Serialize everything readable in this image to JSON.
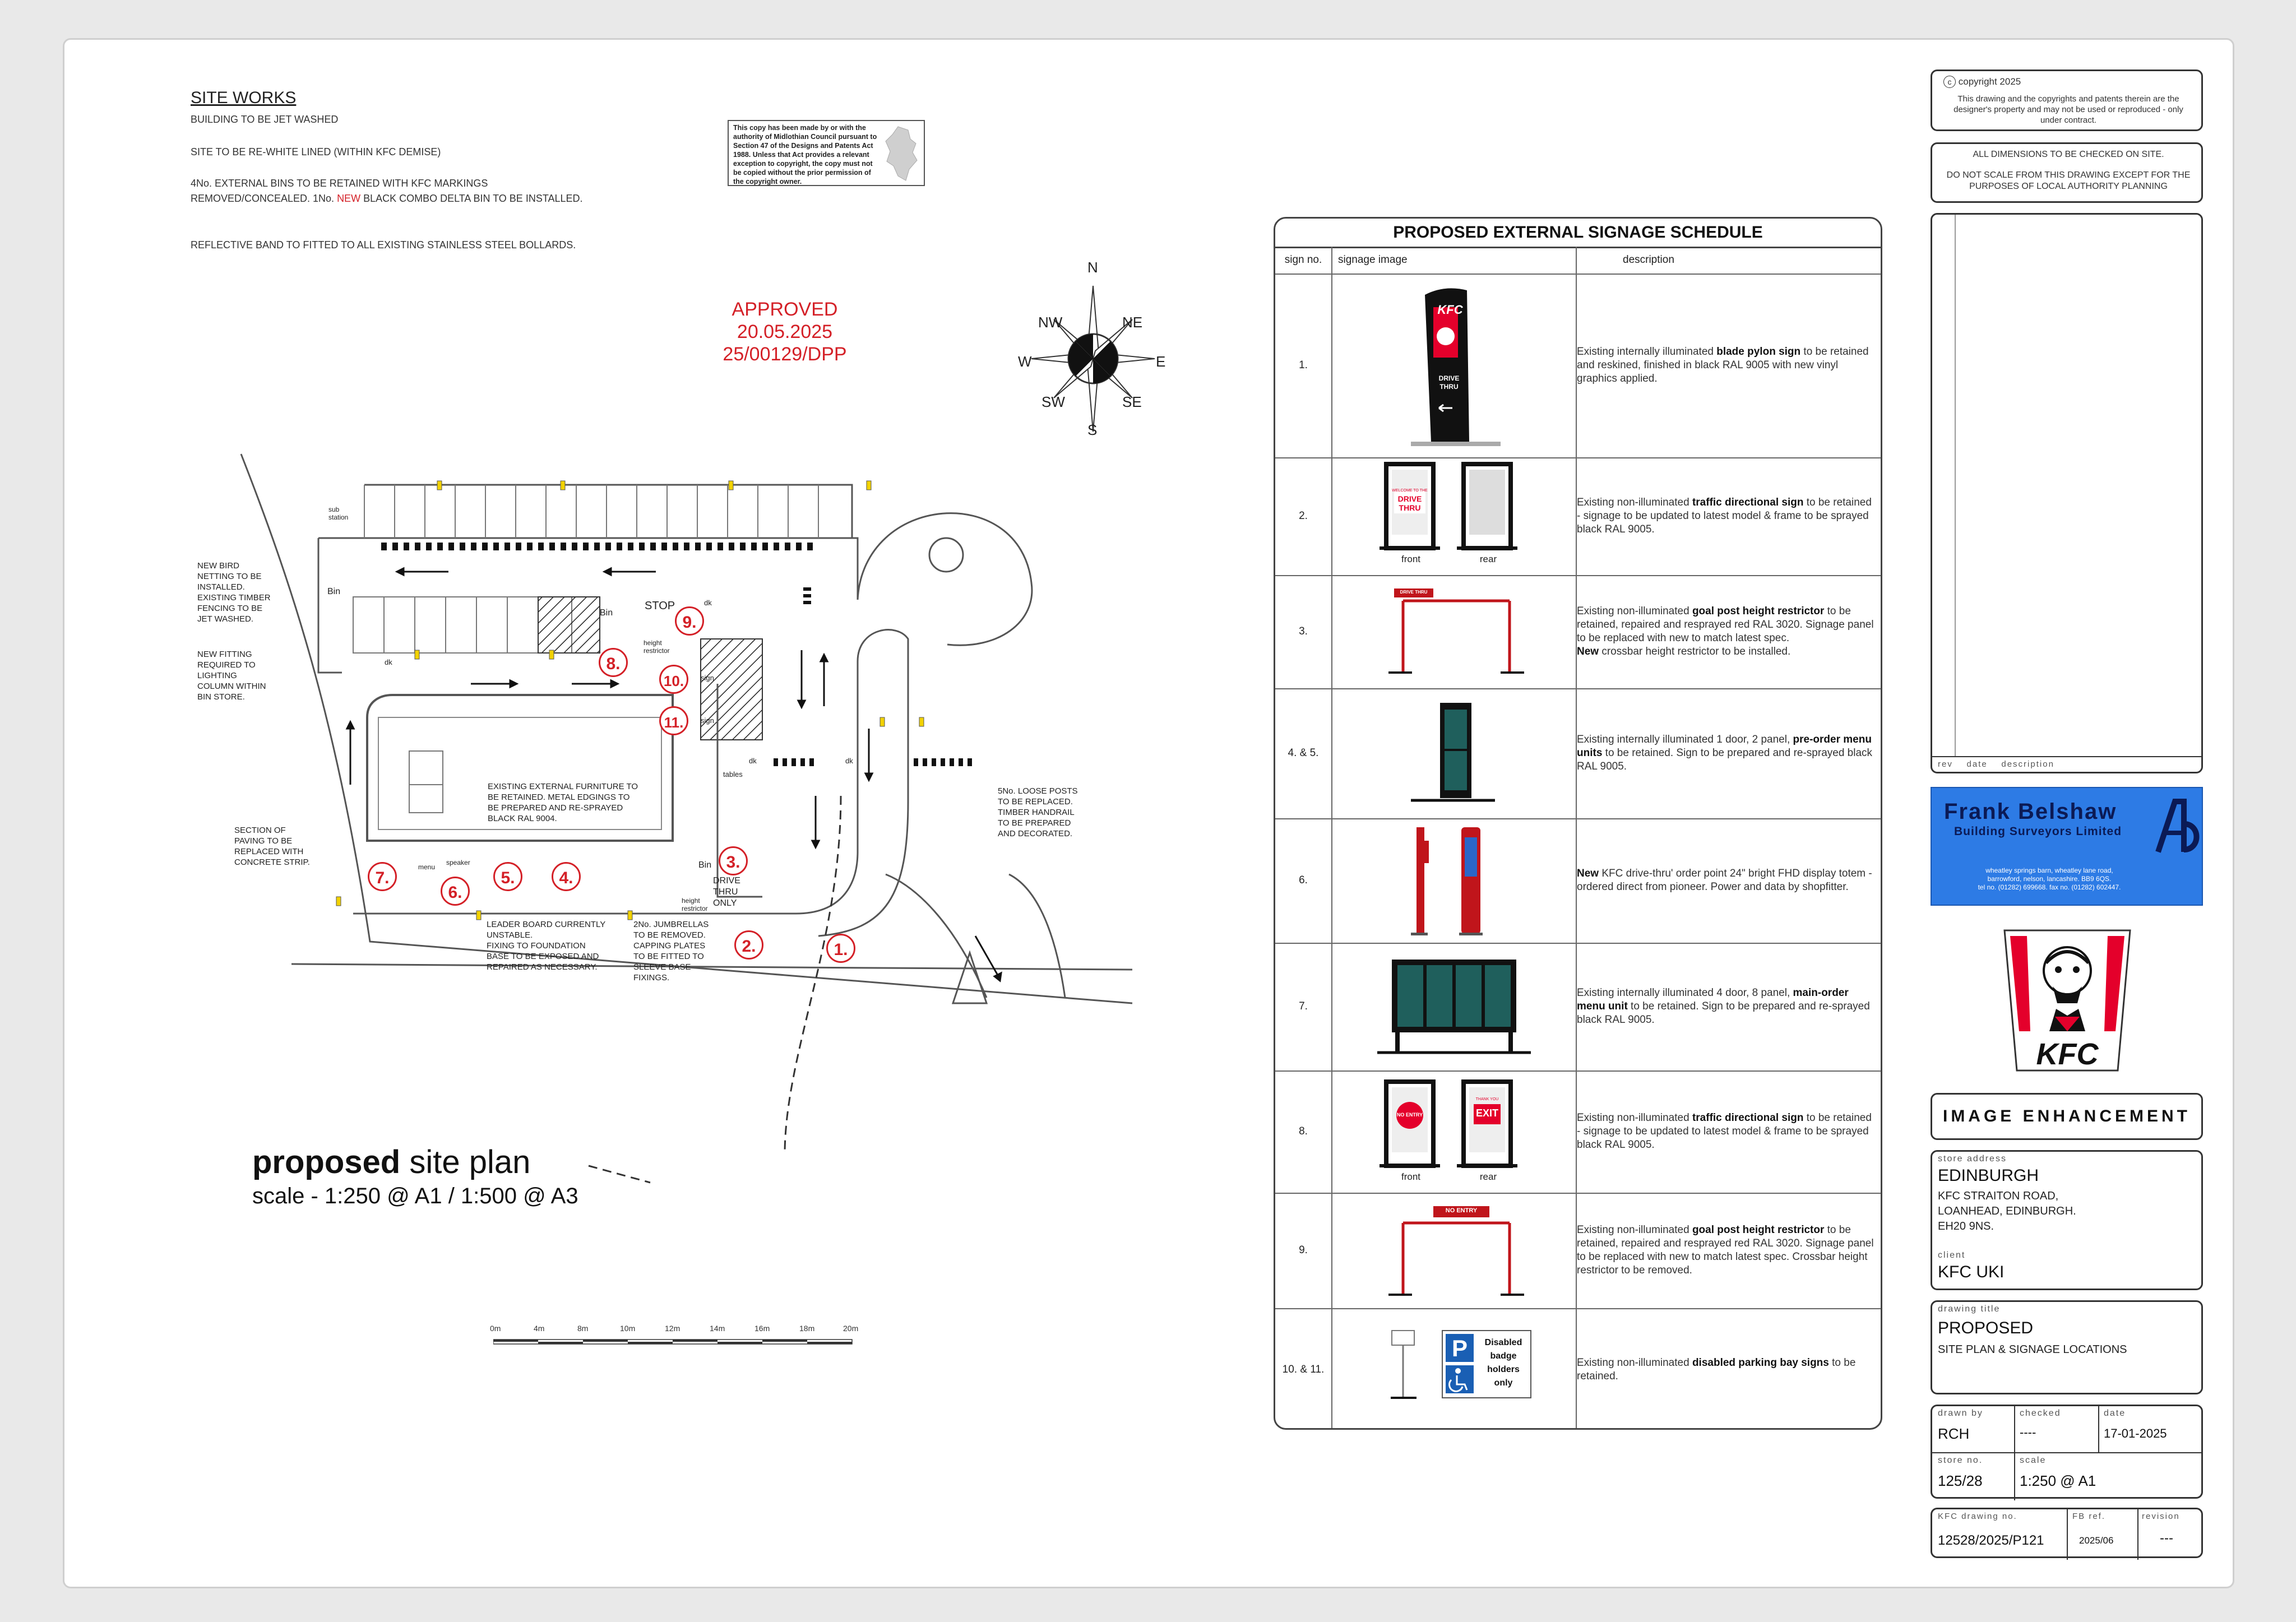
{
  "site_works": {
    "title": "SITE WORKS",
    "note1": "BUILDING TO BE JET WASHED",
    "note2": "SITE TO BE RE-WHITE LINED (WITHIN KFC DEMISE)",
    "note3_pre": "4No. EXTERNAL BINS TO BE RETAINED WITH KFC MARKINGS REMOVED/CONCEALED. 1No. ",
    "note3_red": "NEW",
    "note3_post": " BLACK COMBO DELTA BIN TO BE INSTALLED.",
    "note4": "REFLECTIVE BAND TO FITTED TO ALL EXISTING STAINLESS STEEL BOLLARDS."
  },
  "copyright_notice": "This copy has been made by or with the authority of Midlothian Council pursuant to Section 47 of the Designs and Patents Act 1988. Unless that Act provides a relevant exception to copyright, the copy must not be copied without the prior permission of the copyright owner.",
  "approved": {
    "line1": "APPROVED",
    "line2": "20.05.2025",
    "line3": "25/00129/DPP"
  },
  "compass": {
    "n": "N",
    "ne": "NE",
    "e": "E",
    "se": "SE",
    "s": "S",
    "sw": "SW",
    "w": "W",
    "nw": "NW"
  },
  "plan": {
    "title_bold": "proposed",
    "title_rest": " site plan",
    "scale": "scale - 1:250 @ A1 / 1:500 @ A3",
    "labels": {
      "substation": "sub\nstation",
      "bird": "NEW BIRD\nNETTING TO BE\nINSTALLED.\nEXISTING TIMBER\nFENCING TO BE\nJET WASHED.",
      "fitting": "NEW FITTING\nREQUIRED TO\nLIGHTING\nCOLUMN WITHIN\nBIN STORE.",
      "paving": "SECTION OF\nPAVING TO BE\nREPLACED WITH\nCONCRETE STRIP.",
      "furniture": "EXISTING EXTERNAL FURNITURE TO\nBE RETAINED. METAL EDGINGS TO\nBE PREPARED AND RE-SPRAYED\nBLACK RAL 9004.",
      "leader": "LEADER BOARD CURRENTLY\nUNSTABLE.\nFIXING TO FOUNDATION\nBASE TO BE EXPOSED AND\nREPAIRED AS NECESSARY.",
      "umbrellas": "2No. JUMBRELLAS\nTO BE REMOVED.\nCAPPING PLATES\nTO BE FITTED TO\nSLEEVE BASE\nFIXINGS.",
      "posts": "5No. LOOSE POSTS\nTO BE REPLACED.\nTIMBER HANDRAIL\nTO BE PREPARED\nAND DECORATED.",
      "stop": "STOP",
      "height_restrictor": "height\nrestrictor",
      "height_restrictor2": "height\nrestrictor",
      "bin1": "Bin",
      "bin2": "Bin",
      "bin3": "Bin",
      "tables": "tables",
      "menu": "menu",
      "speaker": "speaker",
      "sign1": "sign",
      "sign2": "sign",
      "dk1": "dk",
      "dk2": "dk",
      "dk3": "dk",
      "dk4": "dk",
      "drive_thru": "DRIVE\nTHRU\nONLY"
    },
    "markers": [
      "1.",
      "2.",
      "3.",
      "4.",
      "5.",
      "6.",
      "7.",
      "8.",
      "9.",
      "10.",
      "11."
    ],
    "scalebar": [
      "0m",
      "4m",
      "8m",
      "10m",
      "12m",
      "14m",
      "16m",
      "18m",
      "20m"
    ]
  },
  "schedule": {
    "title": "PROPOSED EXTERNAL SIGNAGE SCHEDULE",
    "col_no": "sign no.",
    "col_img": "signage image",
    "col_desc": "description",
    "img_text": {
      "kfc": "KFC",
      "drive": "DRIVE\nTHRU",
      "front": "front",
      "rear": "rear",
      "front2": "front",
      "rear2": "rear",
      "welcome": "WELCOME TO THE",
      "drive_thru": "DRIVE THRU",
      "drive_thru_bar": "DRIVE THRU",
      "no_entry_sign": "NO ENTRY",
      "exit": "EXIT",
      "thank_you": "THANK YOU",
      "no_entry_bar": "NO ENTRY",
      "disabled": "Disabled\nbadge\nholders\nonly"
    },
    "rows": [
      {
        "no": "1.",
        "pre": "Existing internally illuminated ",
        "bold": "blade pylon sign",
        "post": " to be retained and reskined, finished in black RAL 9005 with new vinyl graphics applied."
      },
      {
        "no": "2.",
        "pre": "Existing non-illuminated ",
        "bold": "traffic directional sign",
        "post": " to be retained - signage to be updated to latest model & frame to be sprayed black RAL 9005."
      },
      {
        "no": "3.",
        "pre": "Existing non-illuminated ",
        "bold": "goal post height restrictor",
        "post": " to be retained, repaired and resprayed red RAL 3020. Signage panel to be replaced with new to match latest spec.",
        "red": "New",
        "post2": " crossbar height restrictor to be installed."
      },
      {
        "no": "4. & 5.",
        "pre": "Existing internally illuminated 1 door, 2 panel, ",
        "bold": "pre-order menu units",
        "post": " to be retained. Sign to be prepared and re-sprayed black RAL 9005."
      },
      {
        "no": "6.",
        "red": "New",
        "post": " KFC drive-thru' order point 24\" bright FHD display totem - ordered direct from pioneer. Power and data by shopfitter."
      },
      {
        "no": "7.",
        "pre": "Existing internally illuminated 4 door, 8 panel, ",
        "bold": "main-order menu unit",
        "post": " to be retained. Sign to be prepared and re-sprayed black RAL 9005."
      },
      {
        "no": "8.",
        "pre": "Existing non-illuminated ",
        "bold": "traffic directional sign",
        "post": " to be retained - signage to be updated to latest model & frame to be sprayed black RAL 9005."
      },
      {
        "no": "9.",
        "pre": "Existing non-illuminated ",
        "bold": "goal post height restrictor",
        "post": " to be retained, repaired and resprayed red RAL 3020. Signage panel to be replaced with new to match latest spec. Crossbar height restrictor to be removed."
      },
      {
        "no": "10. & 11.",
        "pre": "Existing non-illuminated ",
        "bold": "disabled parking bay signs",
        "post": " to be retained."
      }
    ]
  },
  "title_block": {
    "copyright_head": "copyright 2025",
    "copyright_body": "This drawing and the copyrights and patents therein are the designer's property and may not be used or reproduced - only under contract.",
    "dim_note1": "ALL DIMENSIONS TO BE CHECKED ON SITE.",
    "dim_note2": "DO NOT SCALE FROM THIS DRAWING EXCEPT FOR THE PURPOSES OF LOCAL AUTHORITY PLANNING",
    "rev_cols": "rev    date    description",
    "fb_name": "Frank  Belshaw",
    "fb_sub": "Building  Surveyors  Limited",
    "fb_address": "wheatley springs barn, wheatley lane road,\nbarrowford, nelson, lancashire. BB9 6QS.\ntel no. (01282) 699668. fax no. (01282) 602447.",
    "kfc_logo": "KFC",
    "image_enhancement": "IMAGE ENHANCEMENT",
    "store_address_lbl": "store address",
    "store_name": "EDINBURGH",
    "store_address": "KFC STRAITON ROAD,\nLOANHEAD, EDINBURGH.\nEH20 9NS.",
    "client_lbl": "client",
    "client": "KFC UKI",
    "drawing_title_lbl": "drawing title",
    "drawing_title": "PROPOSED",
    "drawing_sub": "SITE PLAN & SIGNAGE LOCATIONS",
    "drawn_by_lbl": "drawn by",
    "drawn_by": "RCH",
    "checked_lbl": "checked",
    "checked": "----",
    "date_lbl": "date",
    "date": "17-01-2025",
    "store_no_lbl": "store no.",
    "store_no": "125/28",
    "scale_lbl": "scale",
    "scale": "1:250 @ A1",
    "kfc_drawing_lbl": "KFC drawing no.",
    "kfc_drawing": "12528/2025/P121",
    "fb_ref_lbl": "FB ref.",
    "fb_ref": "2025/06",
    "revision_lbl": "revision",
    "revision": "---"
  },
  "colors": {
    "red": "#d42027",
    "kfc_red": "#e4002b",
    "fb_blue": "#2d7be5",
    "panel_teal": "#1f5f5c"
  }
}
